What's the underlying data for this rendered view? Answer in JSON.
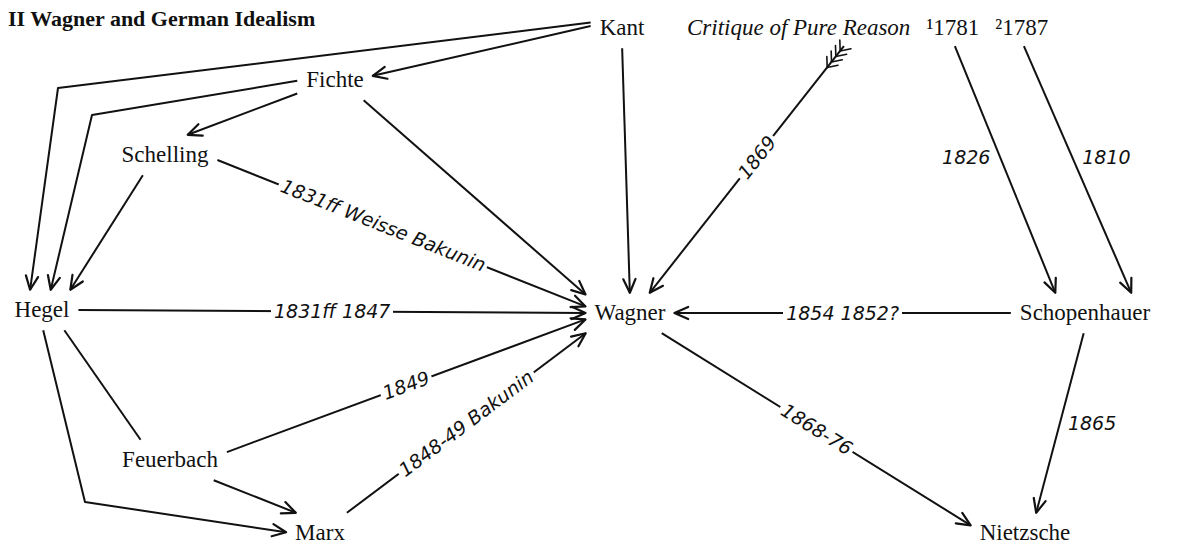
{
  "diagram": {
    "title": "II Wagner and German Idealism",
    "nodes": [
      {
        "text": [
          "Kant"
        ]
      },
      {
        "text": [
          "Critique of Pure Reason",
          "¹1781",
          "²1787"
        ]
      },
      {
        "text": [
          "Fichte"
        ]
      },
      {
        "text": [
          "Schelling"
        ]
      },
      {
        "text": [
          "Hegel"
        ]
      },
      {
        "text": [
          "Wagner"
        ]
      },
      {
        "text": [
          "Schopenhauer"
        ]
      },
      {
        "text": [
          "Feuerbach"
        ]
      },
      {
        "text": [
          "Marx"
        ]
      },
      {
        "text": [
          "Nietzsche"
        ]
      }
    ],
    "edges": [
      {
        "from": 0,
        "to": 2,
        "arrow": "to"
      },
      {
        "from": 0,
        "to": 4,
        "arrow": "to"
      },
      {
        "from": 0,
        "to": 5,
        "arrow": "to"
      },
      {
        "from": 2,
        "to": 3,
        "arrow": "to"
      },
      {
        "from": 2,
        "to": 4,
        "arrow": "to"
      },
      {
        "from": 2,
        "to": 5,
        "arrow": "to"
      },
      {
        "from": 3,
        "to": 4,
        "arrow": "to"
      },
      {
        "from": 3,
        "to": 5,
        "label": "1831ff Weisse Bakunin",
        "arrow": "to"
      },
      {
        "from": 4,
        "to": 5,
        "label": "1831ff 1847",
        "arrow": "to"
      },
      {
        "from": 4,
        "to": 7,
        "arrow": "none"
      },
      {
        "from": 4,
        "to": 8,
        "arrow": "to"
      },
      {
        "from": 7,
        "to": 5,
        "label": "1849",
        "arrow": "to"
      },
      {
        "from": 7,
        "to": 8,
        "arrow": "to"
      },
      {
        "from": 8,
        "to": 5,
        "label": "1848-49 Bakunin",
        "arrow": "to"
      },
      {
        "from": 1,
        "to": 5,
        "label": "1869",
        "arrow": "to"
      },
      {
        "from": 1,
        "to": 6,
        "label": "1826",
        "arrow": "to"
      },
      {
        "from": 1,
        "to": 6,
        "label": "1810",
        "arrow": "to"
      },
      {
        "from": 6,
        "to": 5,
        "label": "1854 1852?",
        "arrow": "to"
      },
      {
        "from": 6,
        "to": 9,
        "label": "1865",
        "arrow": "to"
      },
      {
        "from": 5,
        "to": 9,
        "label": "1868-76",
        "arrow": "to"
      }
    ]
  }
}
